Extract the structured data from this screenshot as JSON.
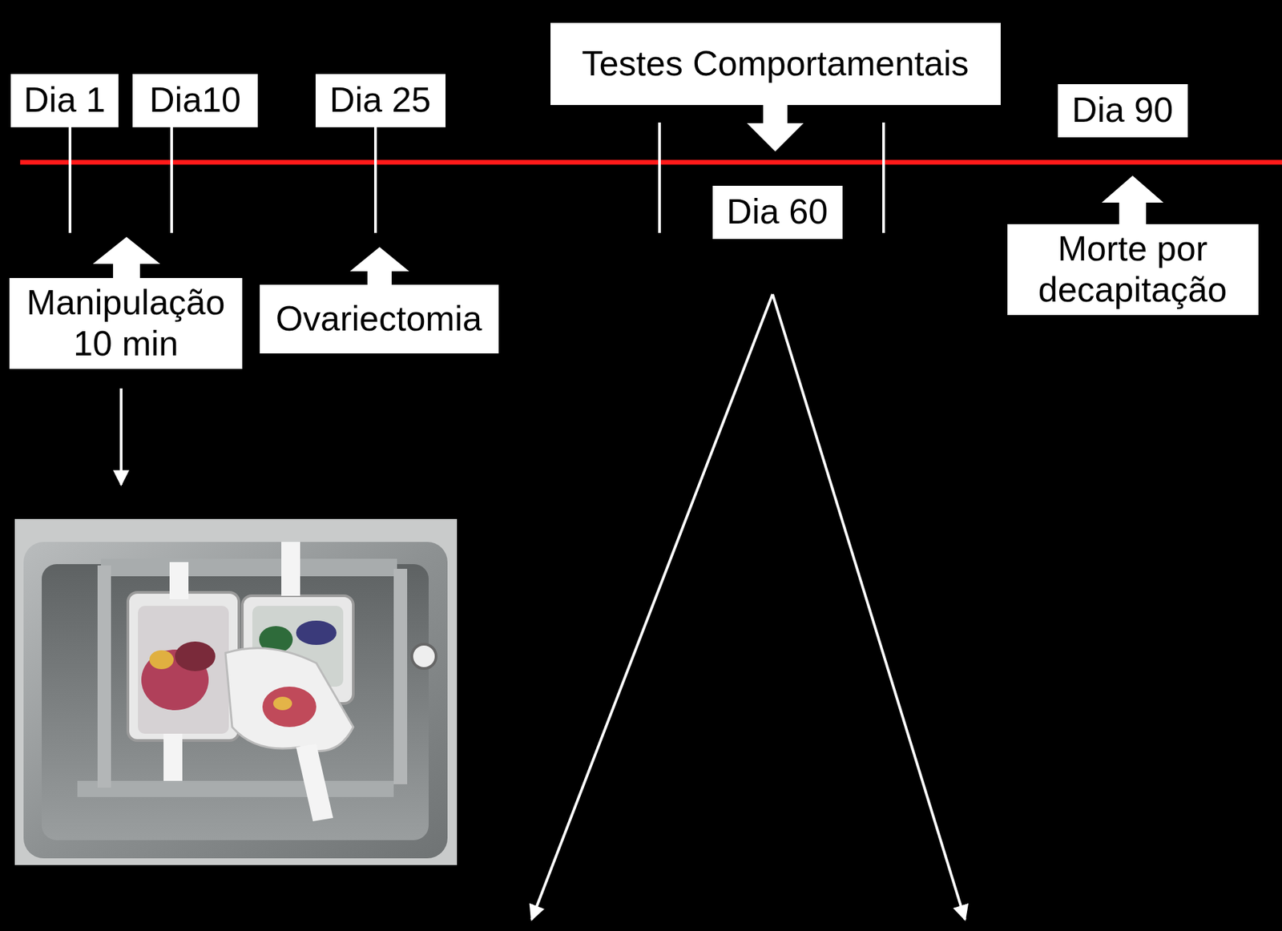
{
  "diagram": {
    "nodes": [
      {
        "text": [
          "Testes Comportamentais"
        ]
      },
      {
        "text": [
          "Dia 1"
        ]
      },
      {
        "text": [
          "Dia10"
        ]
      },
      {
        "text": [
          "Dia 25"
        ]
      },
      {
        "text": [
          "Dia 90"
        ]
      },
      {
        "text": [
          "Dia 60"
        ]
      },
      {
        "text": [
          "Manipulação 10 min"
        ]
      },
      {
        "text": [
          "Ovariectomia"
        ]
      },
      {
        "text": [
          "Morte por decapitação"
        ]
      }
    ]
  }
}
